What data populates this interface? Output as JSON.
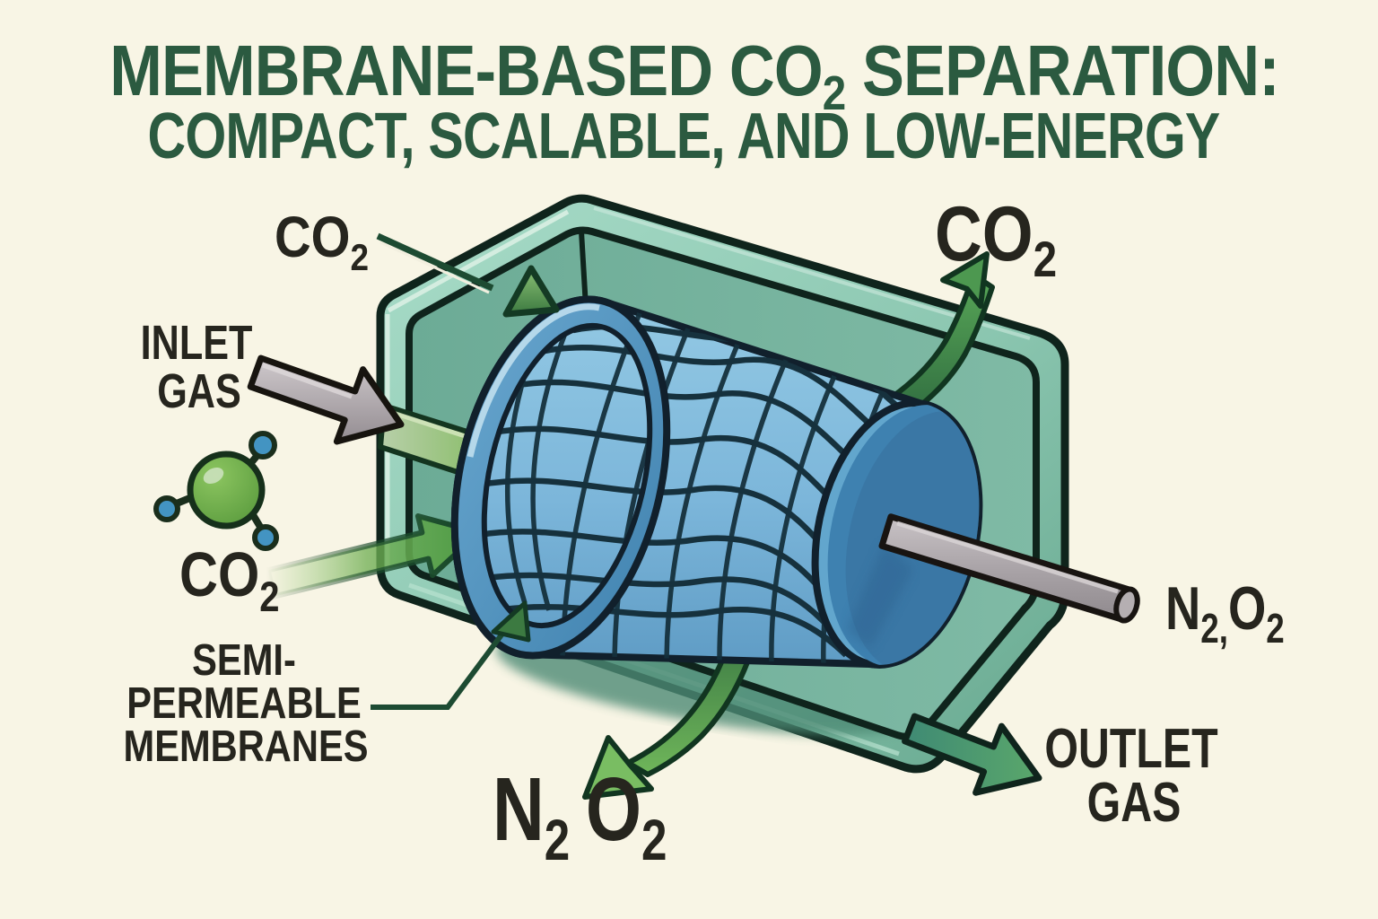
{
  "title": {
    "line1_a": "MEMBRANE-BASED CO",
    "line1_sub": "2",
    "line1_b": " SEPARATION:",
    "line2": "COMPACT, SCALABLE, AND LOW-ENERGY"
  },
  "labels": {
    "co2_top_left": {
      "base": "CO",
      "sub": "2"
    },
    "inlet_gas": {
      "line1": "INLET",
      "line2": "GAS"
    },
    "co2_mid_left": {
      "base": "CO",
      "sub": "2"
    },
    "semi_permeable": {
      "line1": "SEMI-",
      "line2": "PERMEABLE",
      "line3": "MEMBRANES"
    },
    "n2o2_bottom": {
      "n": "N",
      "n_sub": "2",
      "o": "O",
      "o_sub": "2"
    },
    "co2_top_right": {
      "base": "CO",
      "sub": "2"
    },
    "n2o2_right": {
      "n": "N",
      "n_sub": "2,",
      "o": "O",
      "o_sub": "2"
    },
    "outlet_gas": {
      "line1": "OUTLET",
      "line2": "GAS"
    }
  },
  "icons": {
    "co2_molecule_icon": "green carbon atom with three blue oxygen dots",
    "inlet_gas_arrow": "gray arrow into housing",
    "co2_feed_arrow": "green fading arrow into housing",
    "co2_target_arrowhead": "green triangle inside housing",
    "co2_permeate_arrow": "green curved arrow up out of housing",
    "n2o2_retentate_arrow": "green curved arrow down out of housing",
    "outlet_gas_arrow": "green arrow out of housing corner",
    "retentate_rod": "gray pipe out of membrane module"
  },
  "colors": {
    "background": "#f8f5e5",
    "title_green": "#2b5a40",
    "label_dark": "#26251e",
    "housing_teal_light": "#9dd3bd",
    "housing_teal_dark": "#376e61",
    "membrane_blue": "#7fb9dc",
    "membrane_cap_blue": "#3e81b0",
    "arrow_green": "#57a04b",
    "arrow_green_dark": "#2b663d",
    "inlet_gray": "#a9a2a6",
    "molecule_green": "#6db04a",
    "molecule_blue": "#4394c2",
    "outline_dark": "#0f241c"
  }
}
